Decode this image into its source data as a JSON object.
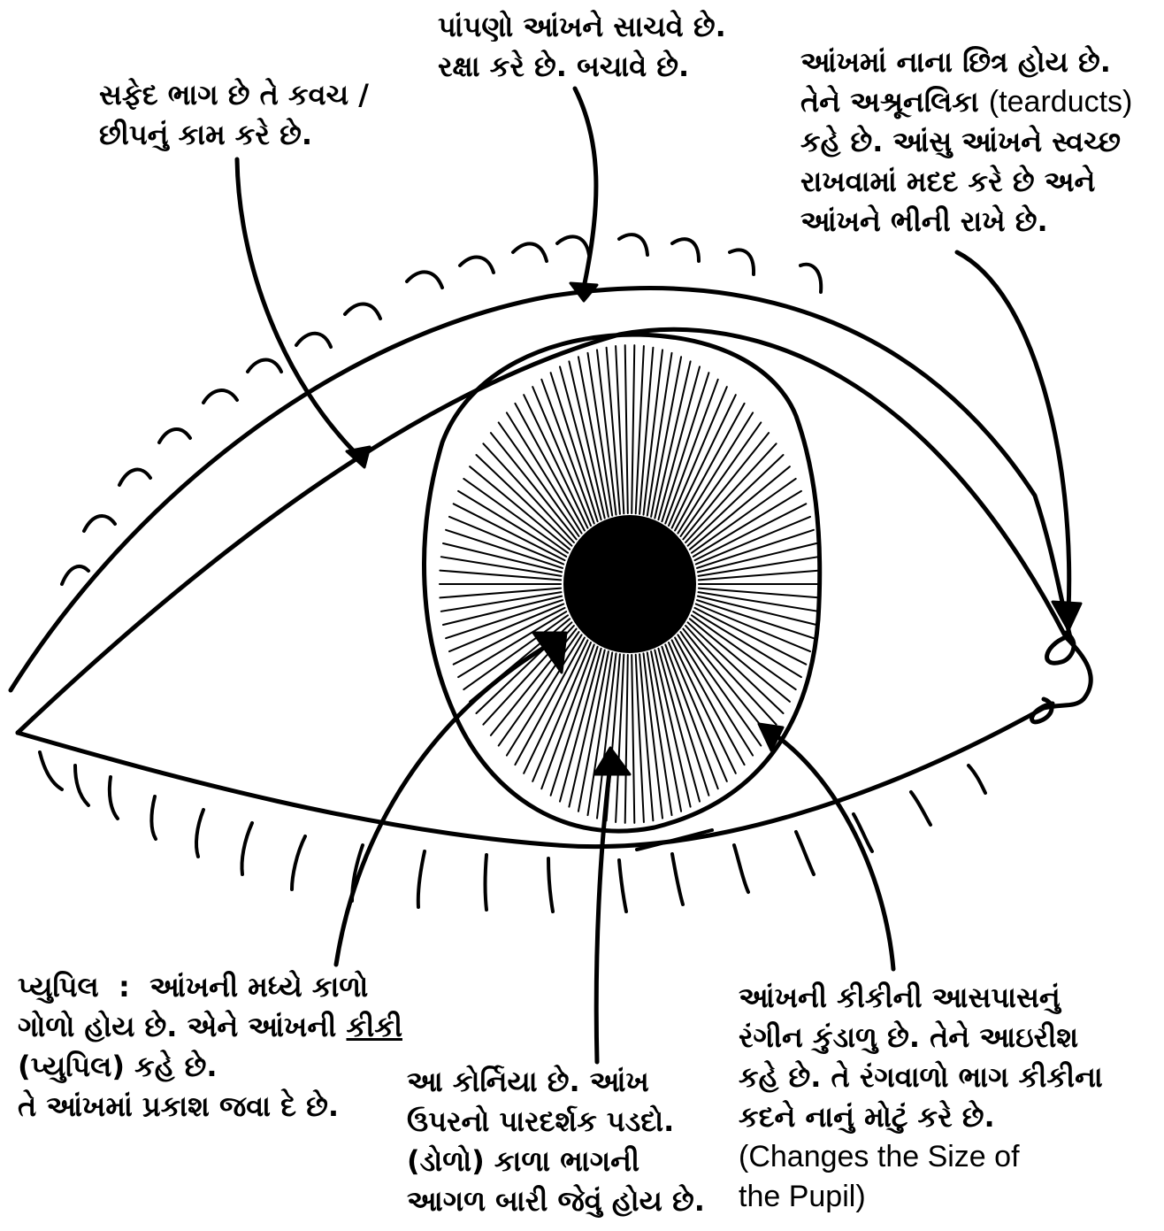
{
  "colors": {
    "ink": "#000000",
    "paper": "#ffffff"
  },
  "labels": {
    "eyelid": {
      "term": "પાંપણો",
      "line1_rest": " આંખને સાચવે છે.",
      "line2": "રક્ષા કરે છે. બચાવે છે."
    },
    "sclera": {
      "line1": "સફેદ ભાગ છે તે કવચ /",
      "line2": "છીપનું કામ કરે છે."
    },
    "tearducts": {
      "line1": "આંખમાં નાના છિત્ર હોય છે.",
      "line2_pre": "તેને અશ્રૂનલિકા ",
      "line2_latin": "(tearducts)",
      "line3": "કહે છે. આંસુ આંખને સ્વચ્છ",
      "line4": "રાખવામાં મદદ કરે છે અને",
      "line5": "આંખને ભીની રાખે છે."
    },
    "pupil": {
      "term": "પ્યુપિલ",
      "sep": "  :  ",
      "line1_rest": "આંખની મધ્યે કાળો",
      "line2_pre": "ગોળો હોય છે. એને આંખની ",
      "line2_u": "કીકી",
      "line3": "(પ્યુપિલ) કહે છે.",
      "line4": "તે આંખમાં પ્રકાશ જવા દે છે."
    },
    "cornea": {
      "pre": "આ ",
      "term": "કોર્નિયા",
      "line1_rest": " છે. આંખ",
      "line2": "ઉપરનો પારદર્શક પડદો.",
      "line3": "(ડોળો) કાળા ભાગની",
      "line4": "આગળ બારી જેવું હોય છે."
    },
    "iris": {
      "line1": "આંખની કીકીની આસપાસનું",
      "line2_pre": "રંગીન કુંડાળુ છે. તેને ",
      "line2_term": "આઇરીશ",
      "line3": "કહે છે. તે રંગવાળો ભાગ કીકીના",
      "line4": "કદને નાનું મોટું કરે છે.",
      "line5": "(Changes the Size of",
      "line6": "the Pupil)"
    }
  }
}
